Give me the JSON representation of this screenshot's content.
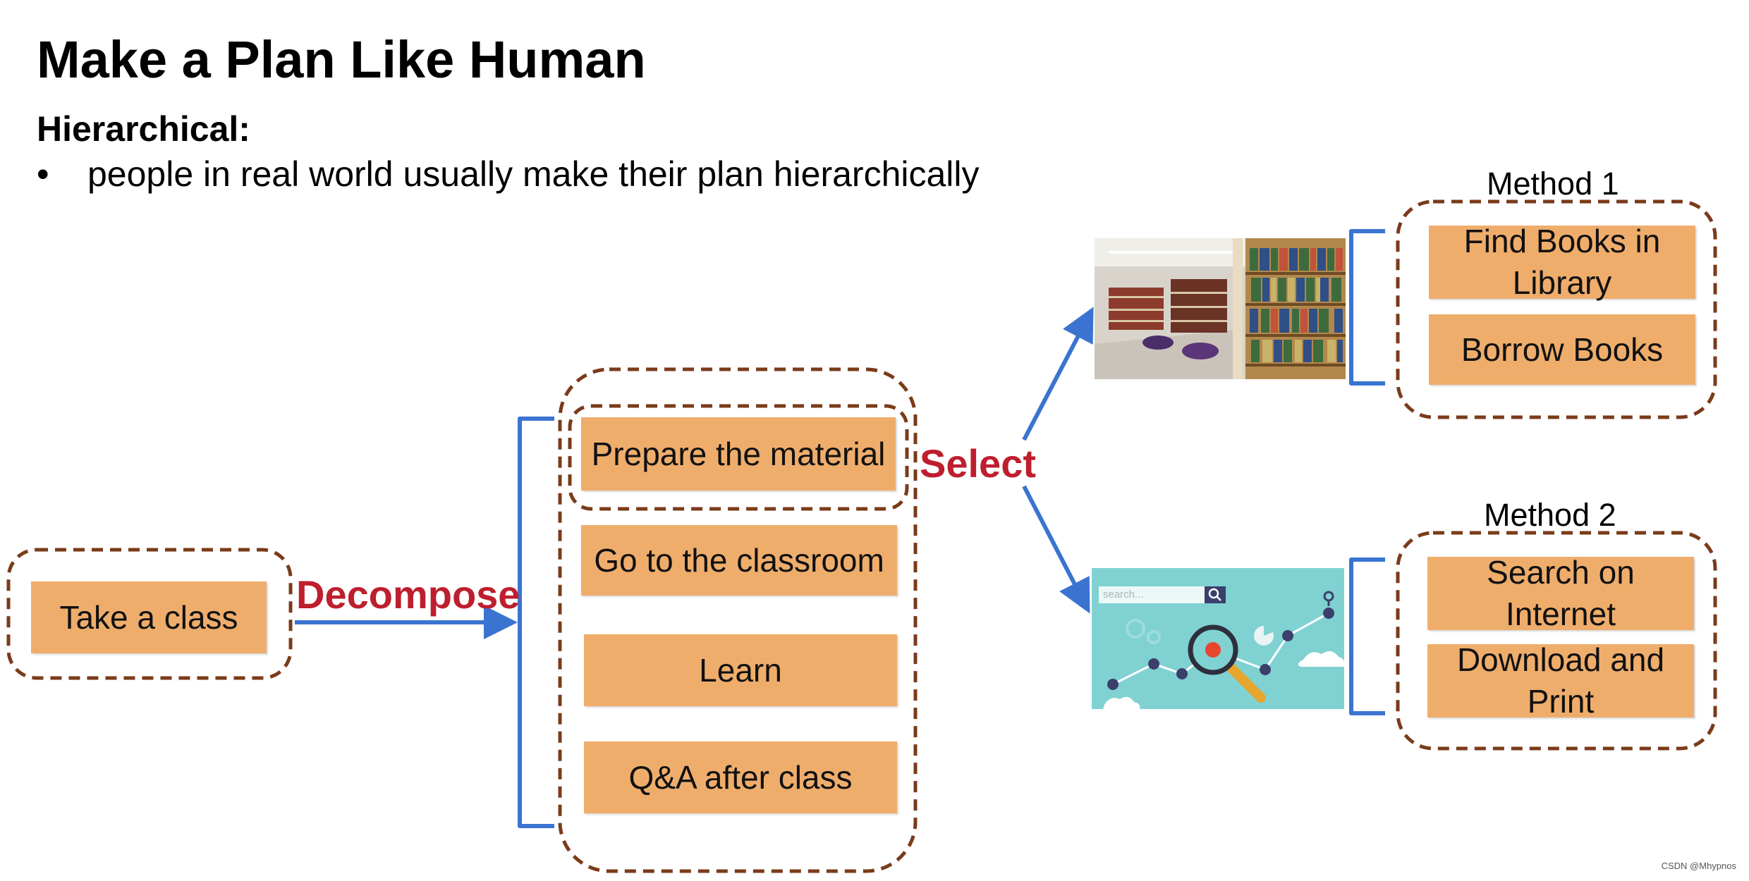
{
  "slide": {
    "title": "Make a Plan Like Human",
    "subtitle": "Hierarchical:",
    "bullet_symbol": "•",
    "bullet_text": "people in real world usually make their plan hierarchically"
  },
  "diagram": {
    "root": "Take a class",
    "decompose_label": "Decompose",
    "subtasks": [
      "Prepare the material",
      "Go to the classroom",
      "Learn",
      "Q&A after class"
    ],
    "select_label": "Select",
    "methods": [
      {
        "label": "Method 1",
        "image": "library-bookshelves-photo",
        "steps": [
          "Find Books in Library",
          "Borrow Books"
        ]
      },
      {
        "label": "Method 2",
        "image": "internet-search-illustration",
        "search_placeholder": "search...",
        "steps": [
          "Search on Internet",
          "Download and Print"
        ]
      }
    ]
  },
  "footer": {
    "watermark": "CSDN @Mhypnos"
  },
  "colors": {
    "box_fill": "#efad6c",
    "dashed_border": "#7a3b1a",
    "arrow_blue": "#3a74d0",
    "action_red": "#be1e2d",
    "search_bg": "#7fd2d1"
  }
}
